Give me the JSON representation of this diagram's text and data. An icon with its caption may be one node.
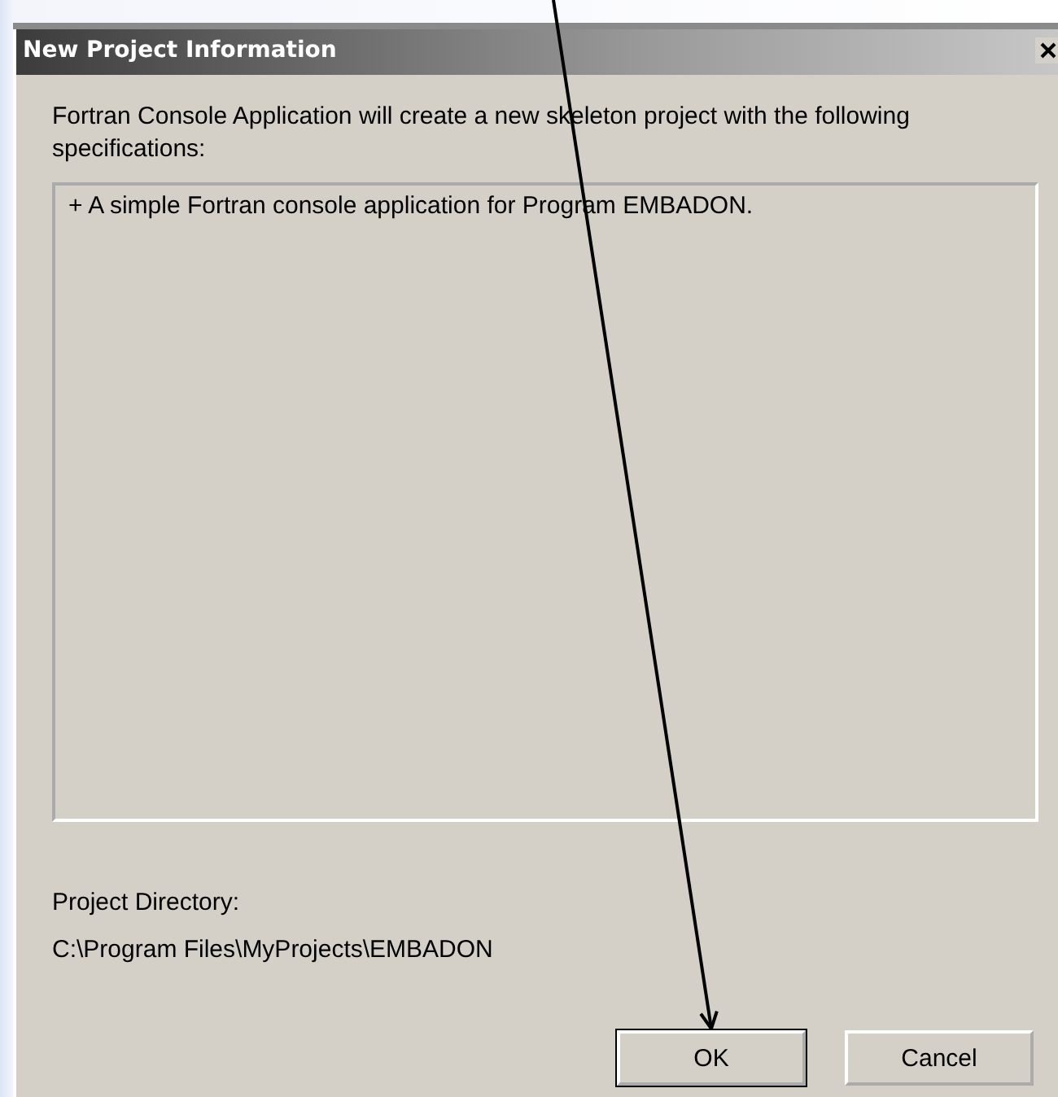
{
  "diagram": {
    "nodes": [
      {
        "text": [
          "New Project Information"
        ]
      },
      {
        "text": [
          "+ A simple Fortran console application for Program EMBADON."
        ],
        "in": 0
      },
      {
        "text": [
          "OK"
        ],
        "in": 0
      },
      {
        "text": [
          "Cancel"
        ],
        "in": 0
      }
    ],
    "edges": [
      {
        "from": null,
        "to": 2,
        "arrow": "to"
      }
    ],
    "labels": [
      "Fortran Console Application will create a new skeleton project with the following specifications:",
      "Project Directory:",
      "C:\\Program Files\\MyProjects\\EMBADON"
    ]
  }
}
